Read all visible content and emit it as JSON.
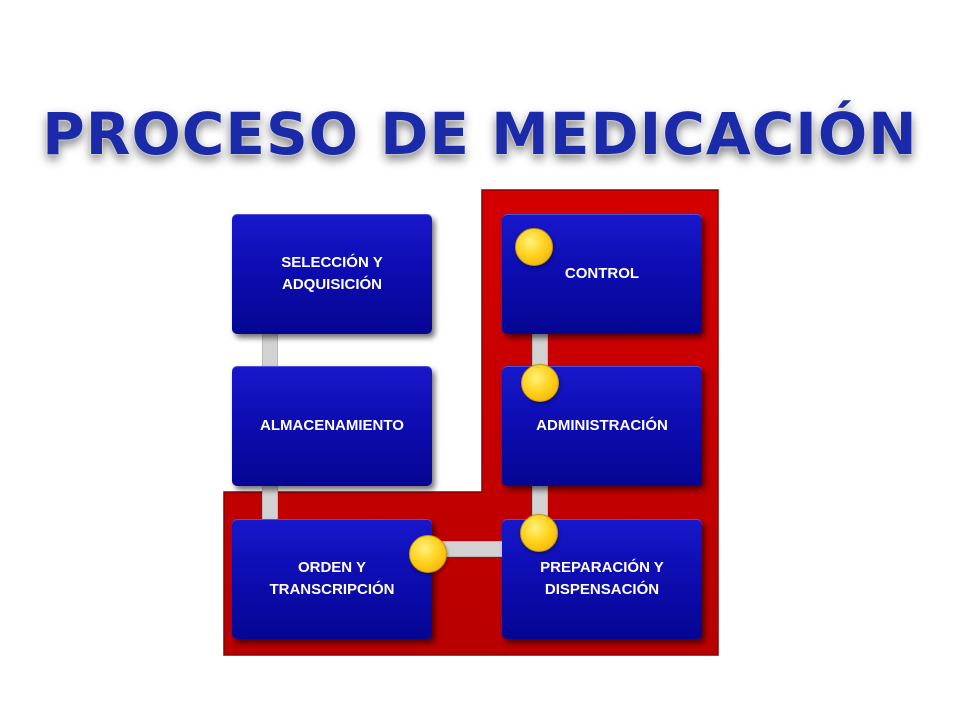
{
  "title": "PROCESO DE MEDICACIÓN",
  "colors": {
    "title": "#1b2aa8",
    "background_shape": "#cc0000",
    "box": "#0d0db2",
    "node": "#ffd21f",
    "connector": "#d2d2d2"
  },
  "steps": [
    {
      "label": "SELECCIÓN Y ADQUISICIÓN"
    },
    {
      "label": "ALMACENAMIENTO"
    },
    {
      "label": "ORDEN Y TRANSCRIPCIÓN"
    },
    {
      "label": "PREPARACIÓN Y DISPENSACIÓN"
    },
    {
      "label": "ADMINISTRACIÓN"
    },
    {
      "label": "CONTROL"
    }
  ]
}
